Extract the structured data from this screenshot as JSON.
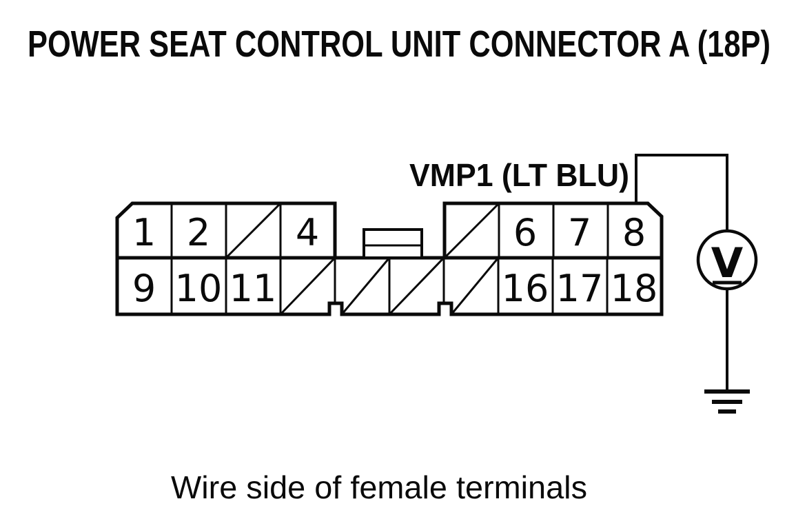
{
  "page": {
    "title": "POWER SEAT CONTROL UNIT CONNECTOR A (18P)",
    "caption": "Wire side of female terminals"
  },
  "wire": {
    "label": "VMP1 (LT BLU)",
    "connects_pin": "8",
    "to": "voltmeter",
    "then": "ground"
  },
  "connector": {
    "top_row": [
      {
        "pin": "1",
        "empty": false
      },
      {
        "pin": "2",
        "empty": false
      },
      {
        "pin": "",
        "empty": true
      },
      {
        "pin": "4",
        "empty": false
      },
      {
        "pin": "",
        "empty": true
      },
      {
        "pin": "6",
        "empty": false
      },
      {
        "pin": "7",
        "empty": false
      },
      {
        "pin": "8",
        "empty": false
      }
    ],
    "bottom_row": [
      {
        "pin": "9",
        "empty": false
      },
      {
        "pin": "10",
        "empty": false
      },
      {
        "pin": "11",
        "empty": false
      },
      {
        "pin": "",
        "empty": true
      },
      {
        "pin": "",
        "empty": true
      },
      {
        "pin": "",
        "empty": true
      },
      {
        "pin": "",
        "empty": true
      },
      {
        "pin": "16",
        "empty": false
      },
      {
        "pin": "17",
        "empty": false
      },
      {
        "pin": "18",
        "empty": false
      }
    ]
  },
  "meter": {
    "symbol": "V",
    "kind": "voltmeter"
  },
  "colors": {
    "ink": "#0a0a0a",
    "paper": "#ffffff"
  }
}
